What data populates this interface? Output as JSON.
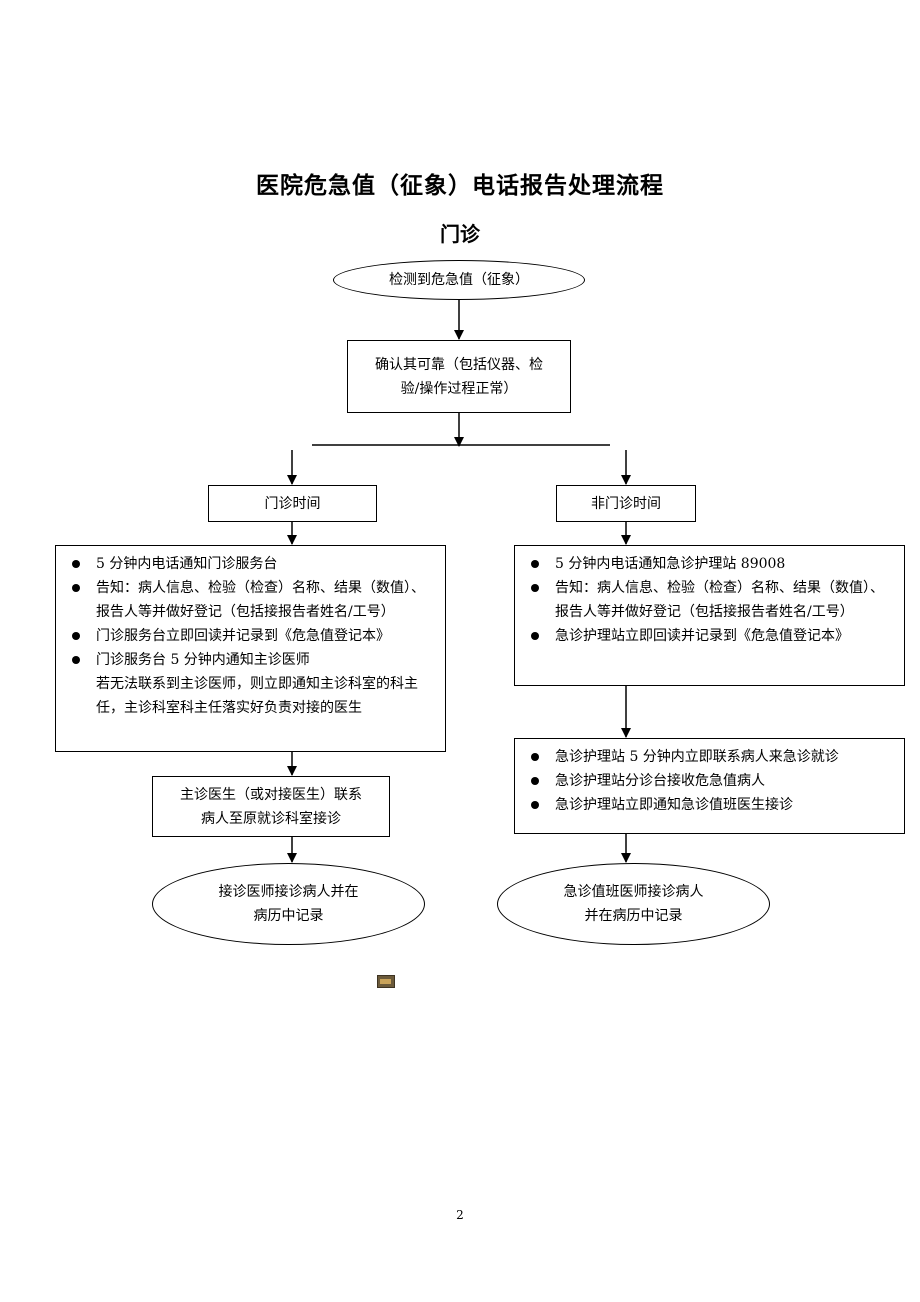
{
  "title": "医院危急值（征象）电话报告处理流程",
  "subtitle": "门诊",
  "start": "检测到危急值（征象）",
  "confirm": {
    "line1": "确认其可靠（包括仪器、检",
    "line2": "验/操作过程正常）"
  },
  "left": {
    "label": "门诊时间",
    "steps": [
      "5 分钟内电话通知门诊服务台",
      "告知：病人信息、检验（检查）名称、结果（数值）、报告人等并做好登记（包括接报告者姓名/工号）",
      "门诊服务台立即回读并记录到《危急值登记本》",
      "门诊服务台 5 分钟内通知主诊医师"
    ],
    "note": "若无法联系到主诊医师，则立即通知主诊科室的科主任，主诊科室科主任落实好负责对接的医生",
    "contact": {
      "line1": "主诊医生（或对接医生）联系",
      "line2": "病人至原就诊科室接诊"
    },
    "end": {
      "line1": "接诊医师接诊病人并在",
      "line2": "病历中记录"
    }
  },
  "right": {
    "label": "非门诊时间",
    "steps": [
      "5 分钟内电话通知急诊护理站 89008",
      "告知：病人信息、检验（检查）名称、结果（数值）、报告人等并做好登记（包括接报告者姓名/工号）",
      "急诊护理站立即回读并记录到《危急值登记本》"
    ],
    "steps2": [
      "急诊护理站 5 分钟内立即联系病人来急诊就诊",
      "急诊护理站分诊台接收危急值病人",
      "急诊护理站立即通知急诊值班医生接诊"
    ],
    "end": {
      "line1": "急诊值班医师接诊病人",
      "line2": "并在病历中记录"
    }
  },
  "page_number": "2"
}
